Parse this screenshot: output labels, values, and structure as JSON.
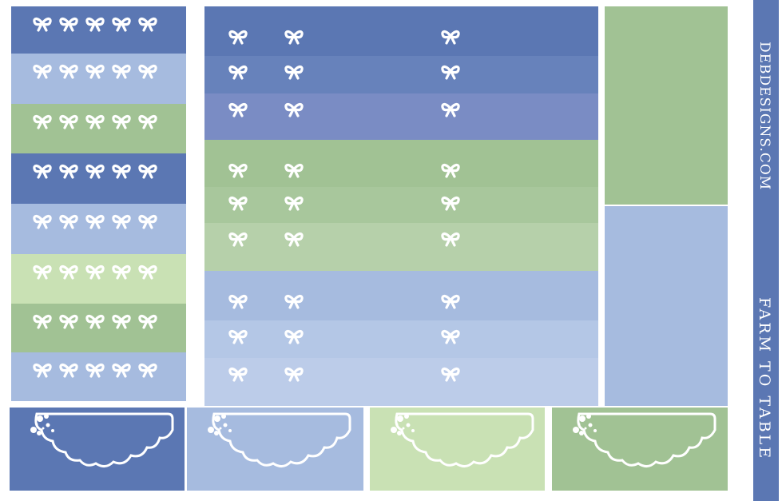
{
  "colors": {
    "blue_dark": "#5b77b3",
    "blue_mid": "#6782bb",
    "blue_periwinkle": "#7a8cc4",
    "blue_light": "#a6bbdf",
    "blue_lighter": "#b4c7e6",
    "blue_lightest": "#bccce9",
    "green_mid": "#a1c294",
    "green_soft": "#a8c79c",
    "green_pale": "#b6d0aa",
    "green_light": "#c9e1b4",
    "white": "#ffffff"
  },
  "left_column": {
    "strips": [
      {
        "color": "#5b77b3",
        "bows": 5
      },
      {
        "color": "#a6bbdf",
        "bows": 5
      },
      {
        "color": "#a1c294",
        "bows": 5
      },
      {
        "color": "#5b77b3",
        "bows": 5
      },
      {
        "color": "#a6bbdf",
        "bows": 5
      },
      {
        "color": "#c9e1b4",
        "bows": 5
      },
      {
        "color": "#a1c294",
        "bows": 5
      },
      {
        "color": "#a6bbdf",
        "bows": 5
      }
    ]
  },
  "center_panel": {
    "groups": [
      {
        "rows": [
          "#5b77b3",
          "#6782bb",
          "#7a8cc4"
        ]
      },
      {
        "rows": [
          "#a1c294",
          "#a8c79c",
          "#b6d0aa"
        ]
      },
      {
        "rows": [
          "#a6bbdf",
          "#b4c7e6",
          "#bccce9"
        ]
      }
    ]
  },
  "right_panels": [
    {
      "color": "#a1c294"
    },
    {
      "color": "#a6bbdf"
    }
  ],
  "bottom_labels": [
    {
      "color": "#5b77b3"
    },
    {
      "color": "#a6bbdf"
    },
    {
      "color": "#c9e1b4"
    },
    {
      "color": "#a1c294"
    }
  ],
  "side_strip": {
    "brand_text": "DEBDESIGNS.COM",
    "title_text": "FARM TO TABLE",
    "color": "#5b77b3"
  },
  "icons": {
    "bow": "bow-icon",
    "flourish": "floral-flourish-icon",
    "label_frame": "scalloped-label-frame"
  }
}
